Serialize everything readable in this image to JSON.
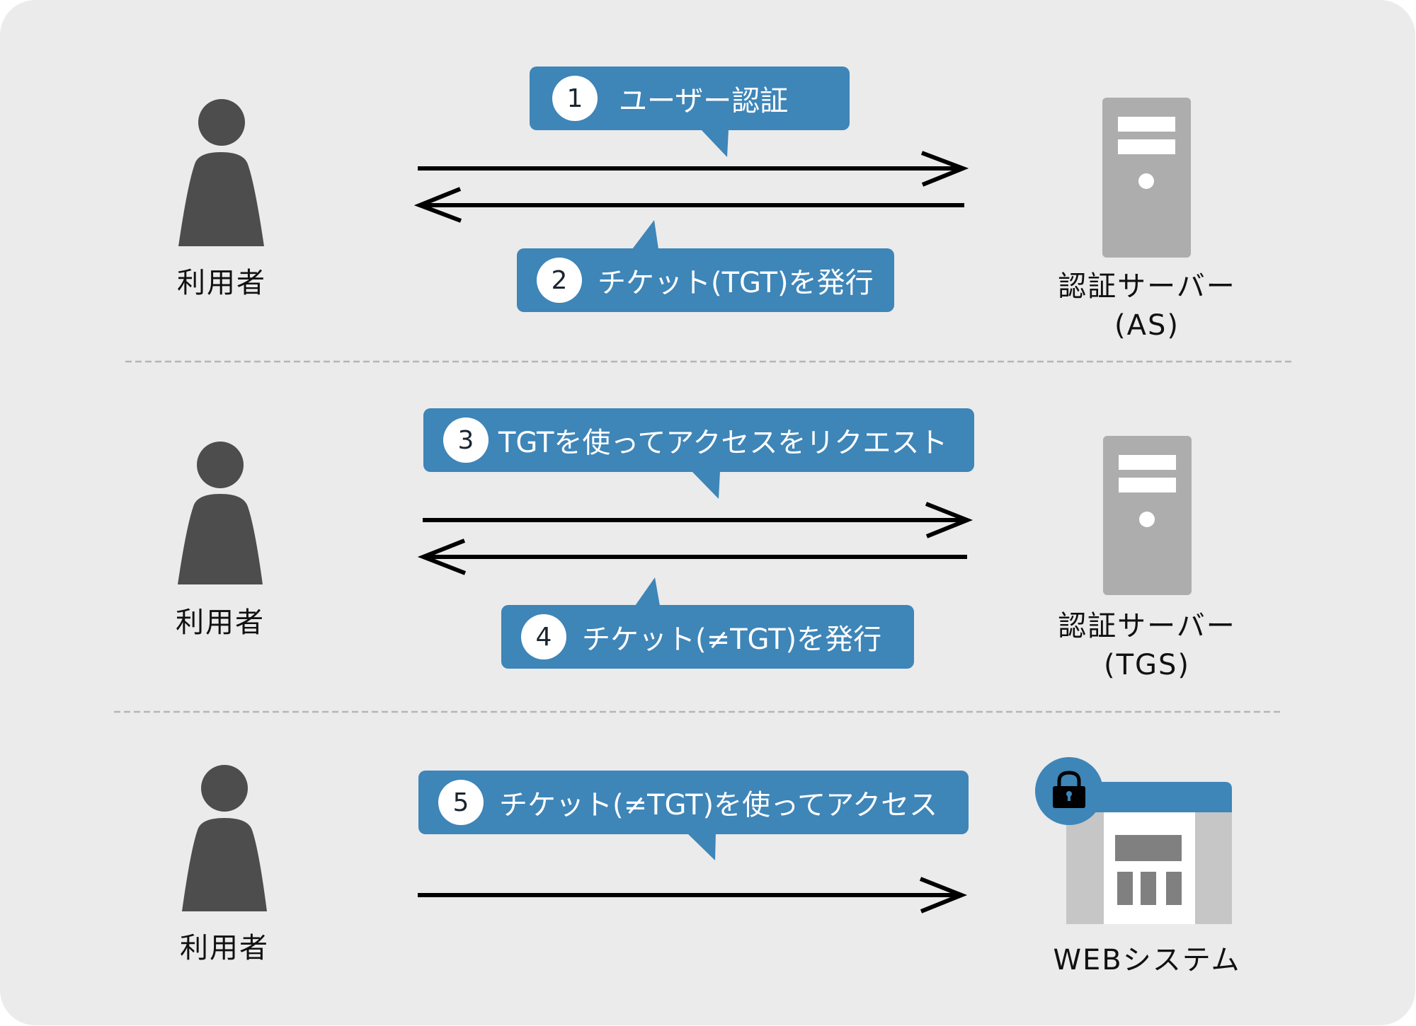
{
  "title": "Kerberos authentication flow",
  "colors": {
    "background": "#ebebeb",
    "callout": "#3e85b8",
    "person": "#4d4d4d",
    "server": "#adadad",
    "web_side": "#c6c6c6",
    "web_block": "#808080",
    "arrow": "#000000",
    "divider": "#b5b5b5"
  },
  "sections": [
    {
      "user_label": "利用者",
      "target_label_line1": "認証サーバー",
      "target_label_line2": "(AS)",
      "target_icon": "server-icon",
      "steps": [
        {
          "number": "1",
          "text": "ユーザー認証",
          "direction": "to-target"
        },
        {
          "number": "2",
          "text": "チケット(TGT)を発行",
          "direction": "to-user"
        }
      ]
    },
    {
      "user_label": "利用者",
      "target_label_line1": "認証サーバー",
      "target_label_line2": "(TGS)",
      "target_icon": "server-icon",
      "steps": [
        {
          "number": "3",
          "text": "TGTを使ってアクセスをリクエスト",
          "direction": "to-target"
        },
        {
          "number": "4",
          "text": "チケット(≠TGT)を発行",
          "direction": "to-user"
        }
      ]
    },
    {
      "user_label": "利用者",
      "target_label_line1": "WEBシステム",
      "target_icon": "web-system-lock-icon",
      "steps": [
        {
          "number": "5",
          "text": "チケット(≠TGT)を使ってアクセス",
          "direction": "to-target"
        }
      ]
    }
  ]
}
